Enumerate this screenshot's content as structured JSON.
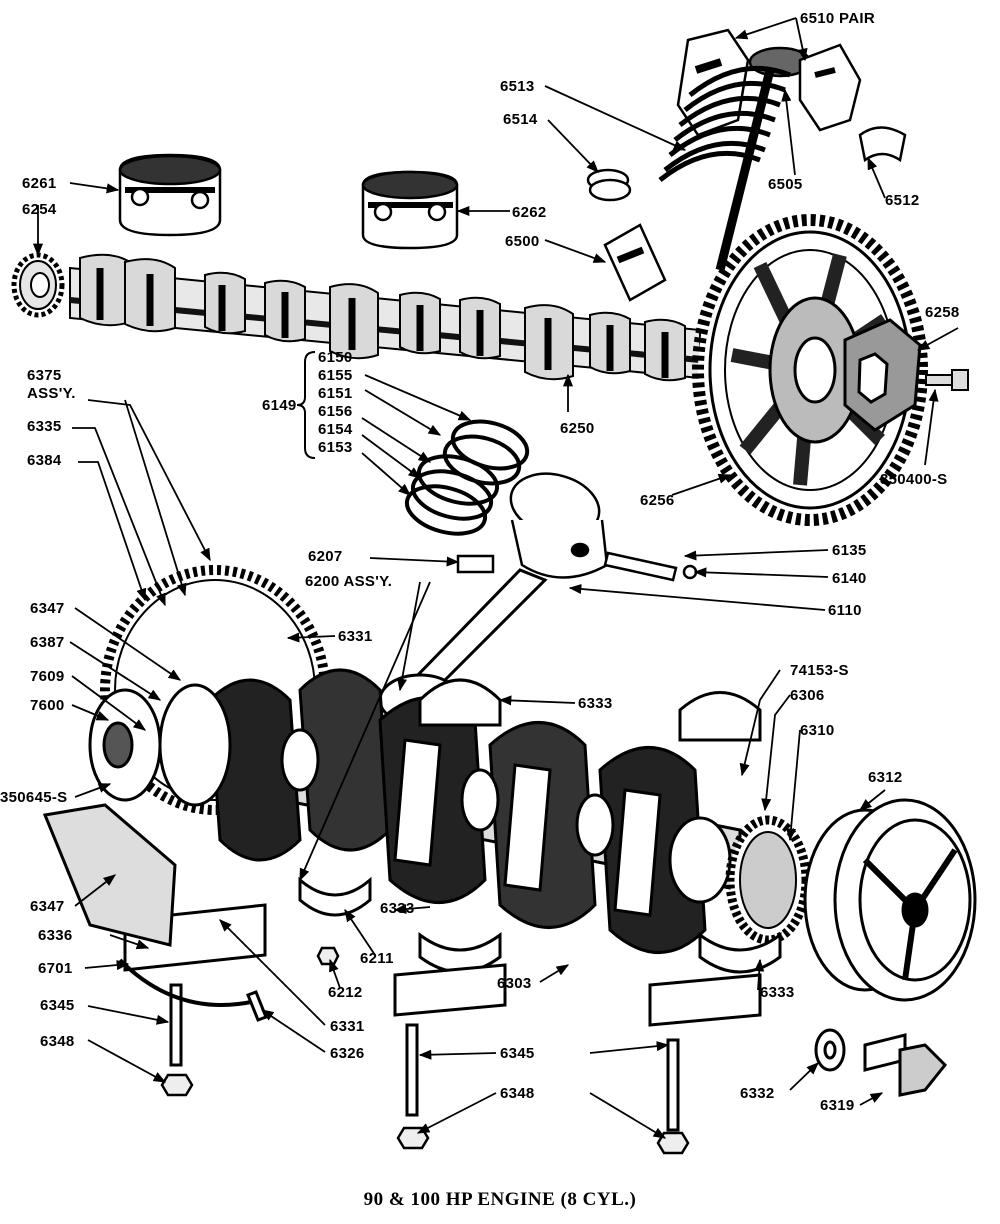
{
  "caption": "90 & 100 HP ENGINE (8 CYL.)",
  "callouts": {
    "c6510": "6510 PAIR",
    "c6513": "6513",
    "c6514": "6514",
    "c6505": "6505",
    "c6512": "6512",
    "c6261": "6261",
    "c6254": "6254",
    "c6262": "6262",
    "c6500": "6500",
    "c6258": "6258",
    "c350400": "350400-S",
    "c6150": "6150",
    "c6155": "6155",
    "c6149": "6149",
    "c6151": "6151",
    "c6156": "6156",
    "c6154": "6154",
    "c6153": "6153",
    "c6250": "6250",
    "c6256": "6256",
    "c6375": "6375",
    "c6375b": "ASS'Y.",
    "c6335": "6335",
    "c6384": "6384",
    "c6207": "6207",
    "c6200": "6200 ASS'Y.",
    "c6135": "6135",
    "c6140": "6140",
    "c6110": "6110",
    "c6347a": "6347",
    "c6331a": "6331",
    "c6387": "6387",
    "c7609": "7609",
    "c7600": "7600",
    "c74153": "74153-S",
    "c6306": "6306",
    "c6333a": "6333",
    "c6310": "6310",
    "c350645": "350645-S",
    "c6312": "6312",
    "c6347b": "6347",
    "c6336": "6336",
    "c6333b": "6333",
    "c6211": "6211",
    "c6701": "6701",
    "c6212": "6212",
    "c6303": "6303",
    "c6333c": "6333",
    "c6345a": "6345",
    "c6331b": "6331",
    "c6326": "6326",
    "c6348a": "6348",
    "c6345b": "6345",
    "c6348b": "6348",
    "c6332": "6332",
    "c6319": "6319"
  }
}
